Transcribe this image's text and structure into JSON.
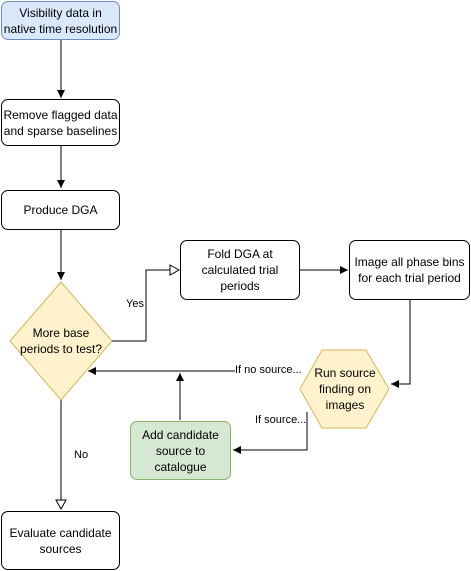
{
  "nodes": {
    "visibility_data": "Visibility data in native time resolution",
    "remove_flagged": "Remove flagged data and sparse baselines",
    "produce_dga": "Produce DGA",
    "more_periods": "More base periods to test?",
    "fold_dga": "Fold DGA at calculated trial periods",
    "image_bins": "Image all phase bins for each trial period",
    "run_source_finding": "Run source finding on images",
    "add_candidate": "Add candidate source to catalogue",
    "evaluate": "Evaluate candidate sources"
  },
  "edge_labels": {
    "yes": "Yes",
    "no": "No",
    "if_no_source": "If no source...",
    "if_source": "If source..."
  },
  "colors": {
    "start_fill": "#dae8fc",
    "start_stroke": "#6c8ebf",
    "decision_fill": "#fff2cc",
    "decision_stroke": "#d6b656",
    "add_fill": "#d5e8d4",
    "add_stroke": "#82b366"
  }
}
